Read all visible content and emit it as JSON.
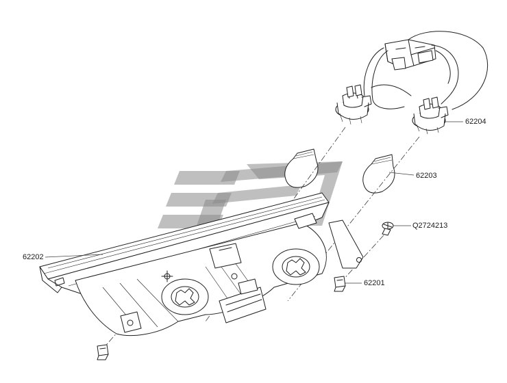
{
  "callouts": {
    "p62204": "62204",
    "p62203": "62203",
    "pQ2724213": "Q2724213",
    "p62202": "62202",
    "p62201": "62201"
  },
  "colors": {
    "ink": "#1e1e1e",
    "watermark": "#8a8a8a",
    "background": "#ffffff"
  }
}
